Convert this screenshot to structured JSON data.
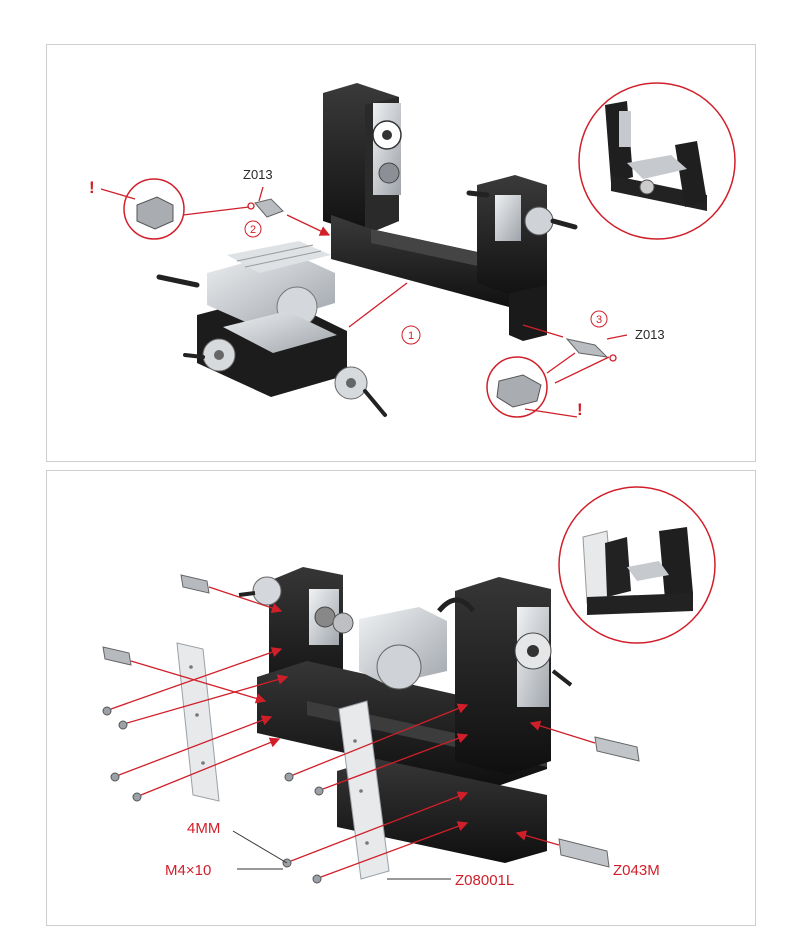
{
  "top_panel": {
    "part_label_upper": "Z013",
    "part_label_lower": "Z013",
    "step_1": "1",
    "step_2": "2",
    "step_3": "3",
    "warning_upper": "!",
    "warning_lower": "!"
  },
  "bottom_panel": {
    "label_depth": "4MM",
    "label_screw": "M4×10",
    "label_plate": "Z08001L",
    "label_key": "Z043M"
  },
  "colors": {
    "accent": "#d11f2a",
    "machine_dark": "#1c1c1c",
    "machine_silver": "#c9ccd0"
  }
}
